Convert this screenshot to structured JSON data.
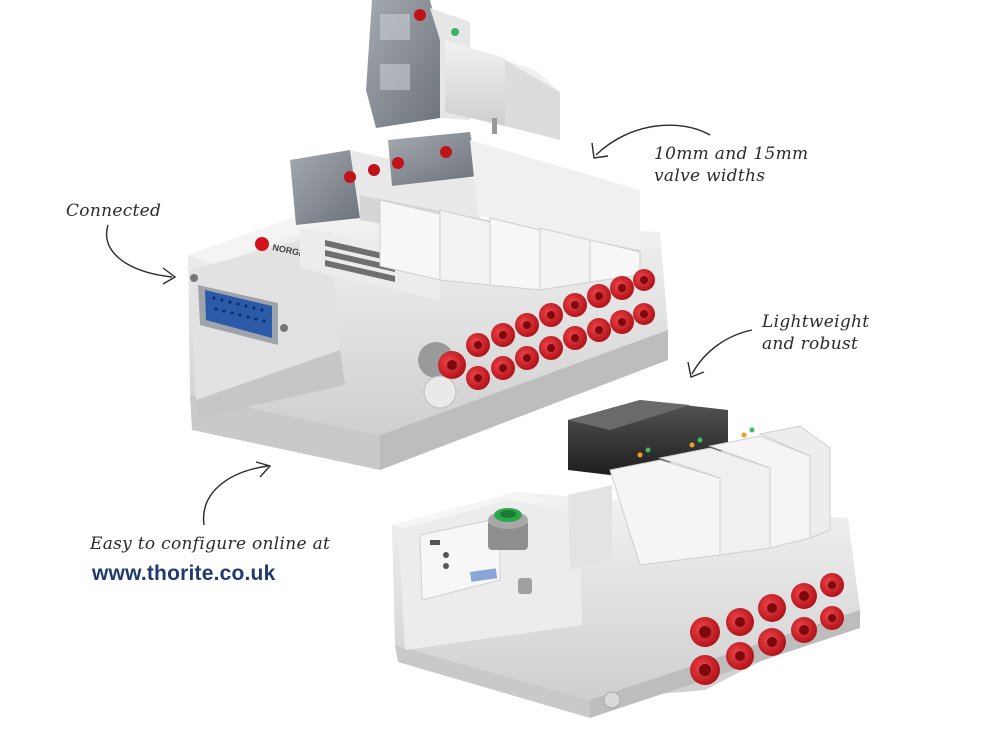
{
  "callouts": {
    "connected": "Connected",
    "valve_widths_line1": "10mm and 15mm",
    "valve_widths_line2": "valve widths",
    "lightweight_line1": "Lightweight",
    "lightweight_line2": "and robust",
    "configure": "Easy to configure online at",
    "url": "www.thorite.co.uk"
  },
  "brand": {
    "logo_text": "NORGREN"
  },
  "colors": {
    "fitting_red": "#d4141c",
    "body_grey": "#e4e4e4",
    "connector_blue": "#2a5aa8",
    "url_navy": "#1f3a6e",
    "status_green": "#2aa84a"
  }
}
